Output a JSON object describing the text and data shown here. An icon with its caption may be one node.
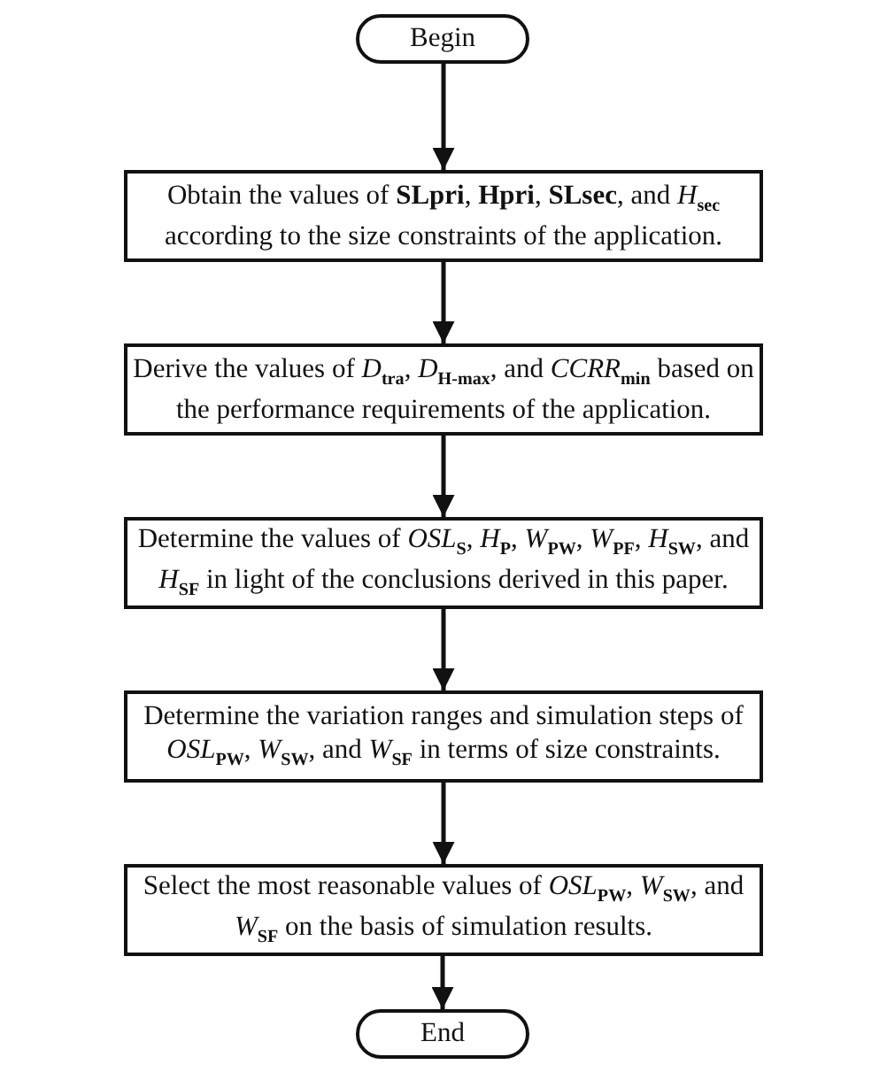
{
  "diagram": {
    "nodes": [
      {
        "text": [
          "Begin"
        ]
      },
      {
        "text": [
          "Obtain the values of **SLpri**, **Hpri**, **SLsec**, and *H*$_{sec}$ according to the size constraints of the application."
        ]
      },
      {
        "text": [
          "Derive the values of *D*$_{tra}$, *D*$_{H-max}$, and *CCRR*$_{min}$ based on the performance requirements of the application."
        ]
      },
      {
        "text": [
          "Determine the values of *OSL*$_{S}$, *H*$_{P}$, *W*$_{PW}$, *W*$_{PF}$, *H*$_{SW}$, and *H*$_{SF}$ in light of the conclusions derived in this paper."
        ]
      },
      {
        "text": [
          "Determine the variation ranges and simulation steps of *OSL*$_{PW}$, *W*$_{SW}$, and *W*$_{SF}$ in terms of size constraints."
        ]
      },
      {
        "text": [
          "Select the most reasonable values of *OSL*$_{PW}$, *W*$_{SW}$, and *W*$_{SF}$ on the basis of simulation results."
        ]
      },
      {
        "text": [
          "End"
        ]
      }
    ],
    "edges": [
      {
        "from": 0,
        "to": 1,
        "arrow": "to"
      },
      {
        "from": 1,
        "to": 2,
        "arrow": "to"
      },
      {
        "from": 2,
        "to": 3,
        "arrow": "to"
      },
      {
        "from": 3,
        "to": 4,
        "arrow": "to"
      },
      {
        "from": 4,
        "to": 5,
        "arrow": "to"
      },
      {
        "from": 5,
        "to": 6,
        "arrow": "to"
      }
    ]
  }
}
